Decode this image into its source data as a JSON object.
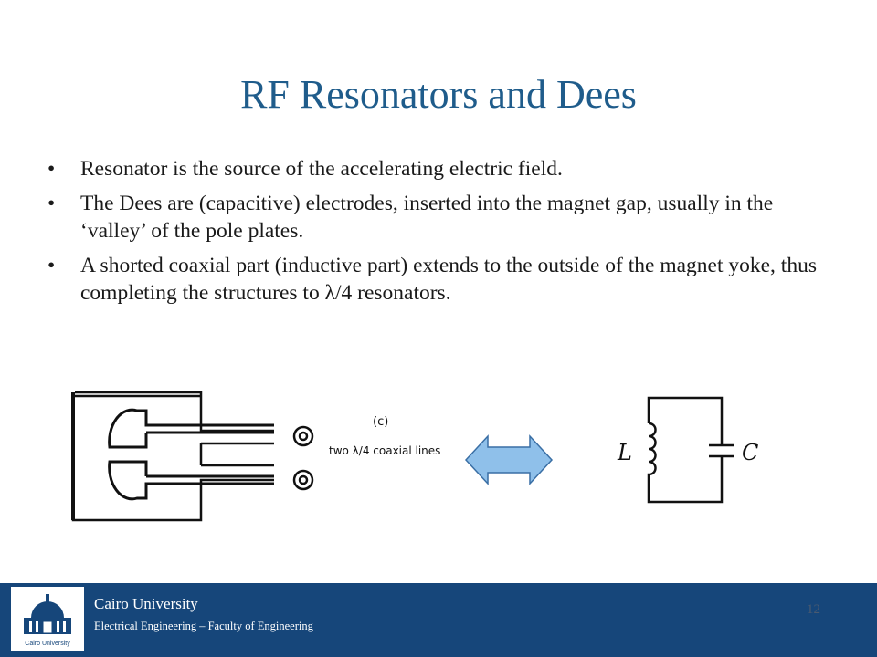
{
  "slide": {
    "title": "RF Resonators and Dees",
    "bullets": [
      {
        "marker": "•",
        "text": "Resonator is the source of the accelerating electric field."
      },
      {
        "marker": "•",
        "text": "The Dees are (capacitive) electrodes, inserted into the magnet gap, usually in the ‘valley’ of the pole plates."
      },
      {
        "marker": "•",
        "text": " A shorted coaxial part (inductive part) extends to the outside of the magnet yoke, thus completing the structures to λ/4 resonators."
      }
    ],
    "figure": {
      "label_c": "(c)",
      "coax_caption": "two λ/4 coaxial lines",
      "inductor_label": "L",
      "capacitor_label": "C",
      "arrow_icon": "double-arrow-icon"
    }
  },
  "footer": {
    "university": "Cairo University",
    "department": "Electrical Engineering – Faculty of Engineering",
    "page_number": "12",
    "logo_text": "Cairo University",
    "logo_icon": "dome-building-icon"
  },
  "colors": {
    "title": "#1f5c8b",
    "footer_bg": "#16467a",
    "arrow_fill": "#8fc0ea",
    "arrow_stroke": "#3a6fa5"
  }
}
